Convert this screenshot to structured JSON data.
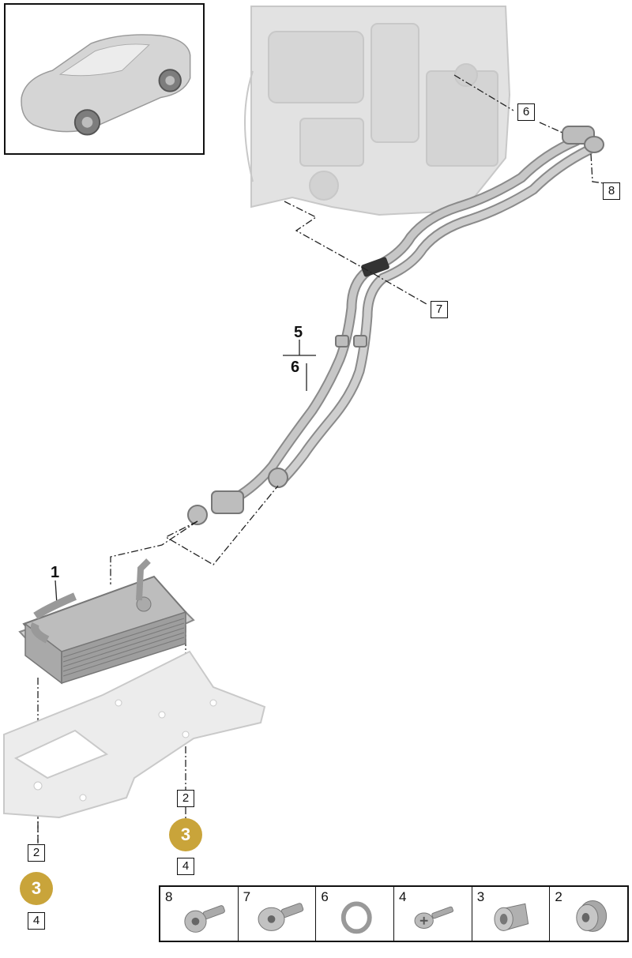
{
  "callouts": {
    "part_1": "1",
    "part_5": "5",
    "part_6_main": "6",
    "box_6": "6",
    "box_7": "7",
    "box_8": "8",
    "box_2_right": "2",
    "badge_3_right": "3",
    "box_4_right": "4",
    "box_2_left": "2",
    "badge_3_left": "3",
    "box_4_left": "4"
  },
  "legend": [
    {
      "number": "8",
      "icon": "torx-bolt-icon"
    },
    {
      "number": "7",
      "icon": "flange-bolt-icon"
    },
    {
      "number": "6",
      "icon": "o-ring-icon"
    },
    {
      "number": "4",
      "icon": "screw-icon"
    },
    {
      "number": "3",
      "icon": "bushing-icon"
    },
    {
      "number": "2",
      "icon": "grommet-icon"
    }
  ],
  "colors": {
    "badge": "#c9a43a",
    "part_gray": "#b9b9b9",
    "ghost_gray": "#dddddd"
  }
}
